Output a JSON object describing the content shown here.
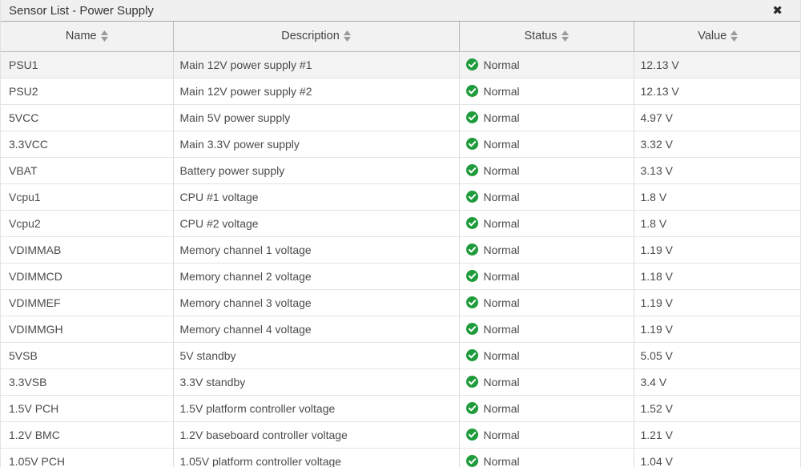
{
  "panel": {
    "title": "Sensor List - Power Supply",
    "close_icon": "✖"
  },
  "table": {
    "columns": {
      "name": "Name",
      "description": "Description",
      "status": "Status",
      "value": "Value"
    },
    "highlighted_row_index": 0,
    "rows": [
      {
        "name": "PSU1",
        "description": "Main 12V power supply #1",
        "status": "Normal",
        "value": "12.13 V"
      },
      {
        "name": "PSU2",
        "description": "Main 12V power supply #2",
        "status": "Normal",
        "value": "12.13 V"
      },
      {
        "name": "5VCC",
        "description": "Main 5V power supply",
        "status": "Normal",
        "value": "4.97 V"
      },
      {
        "name": "3.3VCC",
        "description": "Main 3.3V power supply",
        "status": "Normal",
        "value": "3.32 V"
      },
      {
        "name": "VBAT",
        "description": "Battery power supply",
        "status": "Normal",
        "value": "3.13 V"
      },
      {
        "name": "Vcpu1",
        "description": "CPU #1 voltage",
        "status": "Normal",
        "value": "1.8 V"
      },
      {
        "name": "Vcpu2",
        "description": "CPU #2 voltage",
        "status": "Normal",
        "value": "1.8 V"
      },
      {
        "name": "VDIMMAB",
        "description": "Memory channel 1 voltage",
        "status": "Normal",
        "value": "1.19 V"
      },
      {
        "name": "VDIMMCD",
        "description": "Memory channel 2 voltage",
        "status": "Normal",
        "value": "1.18 V"
      },
      {
        "name": "VDIMMEF",
        "description": "Memory channel 3 voltage",
        "status": "Normal",
        "value": "1.19 V"
      },
      {
        "name": "VDIMMGH",
        "description": "Memory channel 4 voltage",
        "status": "Normal",
        "value": "1.19 V"
      },
      {
        "name": "5VSB",
        "description": "5V standby",
        "status": "Normal",
        "value": "5.05 V"
      },
      {
        "name": "3.3VSB",
        "description": "3.3V standby",
        "status": "Normal",
        "value": "3.4 V"
      },
      {
        "name": "1.5V PCH",
        "description": "1.5V platform controller voltage",
        "status": "Normal",
        "value": "1.52 V"
      },
      {
        "name": "1.2V BMC",
        "description": "1.2V baseboard controller voltage",
        "status": "Normal",
        "value": "1.21 V"
      },
      {
        "name": "1.05V PCH",
        "description": "1.05V platform controller voltage",
        "status": "Normal",
        "value": "1.04 V"
      }
    ]
  },
  "colors": {
    "status_ok_green": "#1e9b3a",
    "sort_icon_gray": "#9a9a9a",
    "titlebar_bg": "#f0f0f0",
    "header_bg": "#f2f2f2"
  }
}
